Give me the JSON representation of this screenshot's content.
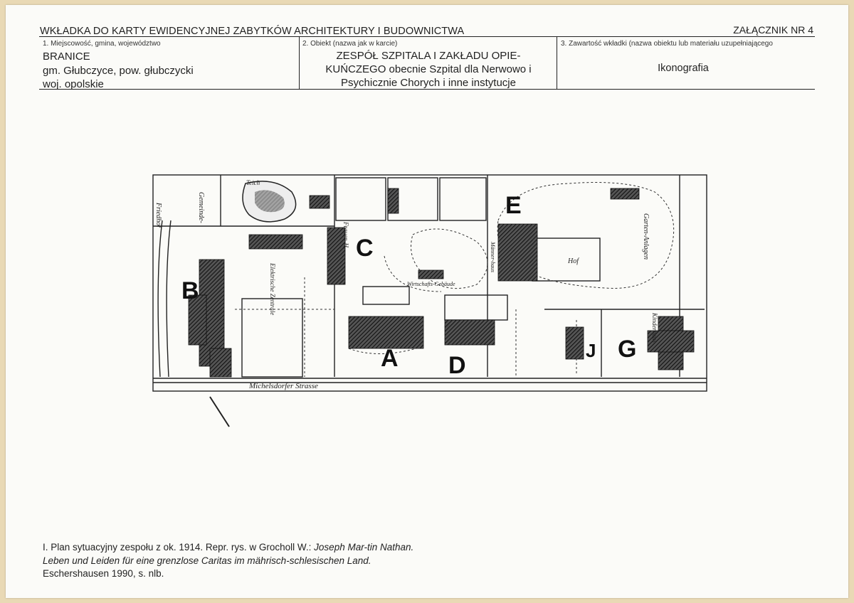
{
  "header": {
    "title": "WKŁADKA DO KARTY EWIDENCYJNEJ ZABYTKÓW ARCHITEKTURY I BUDOWNICTWA",
    "annex": "ZAŁĄCZNIK NR 4"
  },
  "columns": {
    "c1": {
      "label": "1. Miejscowość, gmina, województwo",
      "lines": [
        "BRANICE",
        "gm. Głubczyce, pow. głubczycki",
        "woj. opolskie"
      ]
    },
    "c2": {
      "label": "2. Obiekt (nazwa jak w karcie)",
      "lines": [
        "ZESPÓŁ SZPITALA I ZAKŁADU OPIE-",
        "KUŃCZEGO obecnie Szpital dla Nerwowo i",
        "Psychicznie Chorych i inne instytucje"
      ]
    },
    "c3": {
      "label": "3.  Zawartość wkładki (nazwa obiektu lub materiału uzupełniającego",
      "value": "Ikonografia"
    }
  },
  "plan": {
    "letters": [
      "A",
      "B",
      "C",
      "D",
      "E",
      "G",
      "J"
    ],
    "street": "Michelsdorfer Strasse",
    "labels": {
      "friedhof": "Friedhof",
      "gemeinde": "Gemeinde-",
      "teich": "Teich",
      "elektrische": "Elektrische Zentrale",
      "frauen": "Frauen-H.",
      "gartenanlagen": "Garten-Anlagen",
      "hof": "Hof",
      "kinderhaus": "Kinderhaus",
      "wirtschaft": "Wirtschafts-Gebäude",
      "maennerhaus": "Männer-haus"
    }
  },
  "caption": {
    "p1": "I. Plan sytuacyjny zespołu z ok. 1914. Repr. rys. w Grocholl W.: ",
    "i1": "Joseph Mar-tin Nathan. Leben und Leiden für eine grenzlose Caritas im mährisch-schlesischen Land.",
    "p2": " Eschershausen 1990, s. nlb."
  }
}
